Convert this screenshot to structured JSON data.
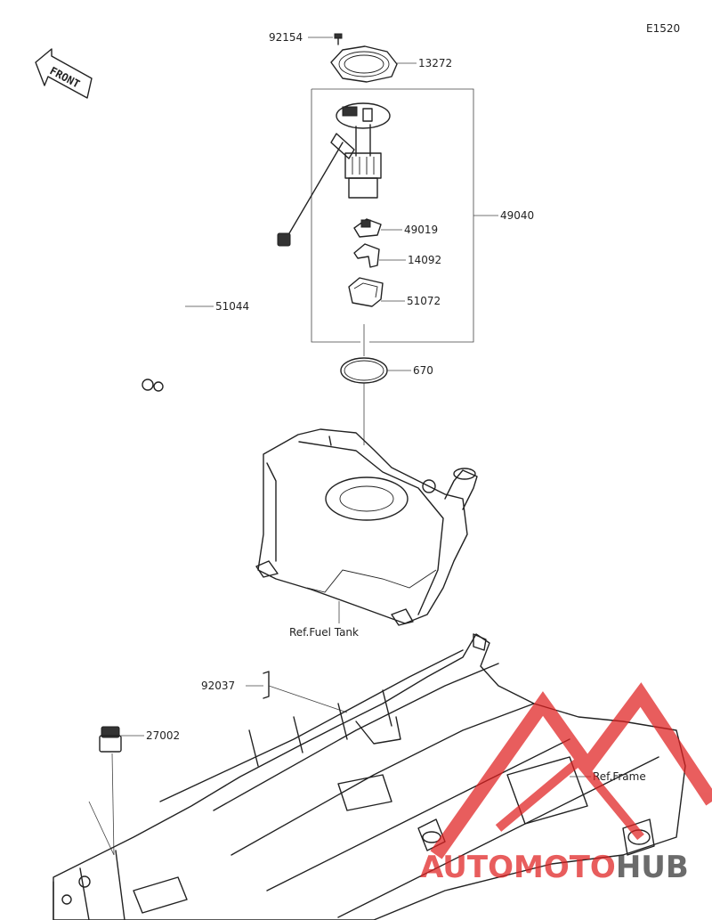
{
  "diagram_code": "E1520",
  "front_arrow_label": "FRONT",
  "parts": {
    "p92154": "92154",
    "p13272": "13272",
    "p49040": "49040",
    "p49019": "49019",
    "p14092": "14092",
    "p51072": "51072",
    "p51044": "51044",
    "p670": "670",
    "p92037": "92037",
    "p27002": "27002"
  },
  "references": {
    "fuel_tank": "Ref.Fuel Tank",
    "frame": "Ref.Frame"
  },
  "watermark": {
    "brand_part1": "AUTO",
    "brand_part2": "MOTO",
    "brand_part3": "HUB",
    "accent_color": "#e02020",
    "dark_color": "#333333"
  }
}
